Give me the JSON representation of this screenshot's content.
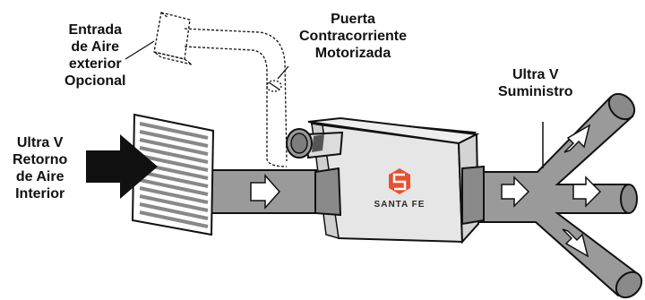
{
  "labels": {
    "outdoor_air": [
      "Entrada",
      "de Aire",
      "exterior",
      "Opcional"
    ],
    "damper": [
      "Puerta",
      "Contracorriente",
      "Motorizada"
    ],
    "supply": [
      "Ultra V",
      "Suministro"
    ],
    "return": [
      "Ultra V",
      "Retorno",
      "de Aire",
      "Interior"
    ]
  },
  "unit": {
    "brand": "SANTA FE"
  },
  "colors": {
    "duct": "#9a9a9a",
    "duct_dark": "#6f6f6f",
    "unit_body": "#e6e6e6",
    "logo": "#e8502e",
    "outline": "#111111"
  }
}
